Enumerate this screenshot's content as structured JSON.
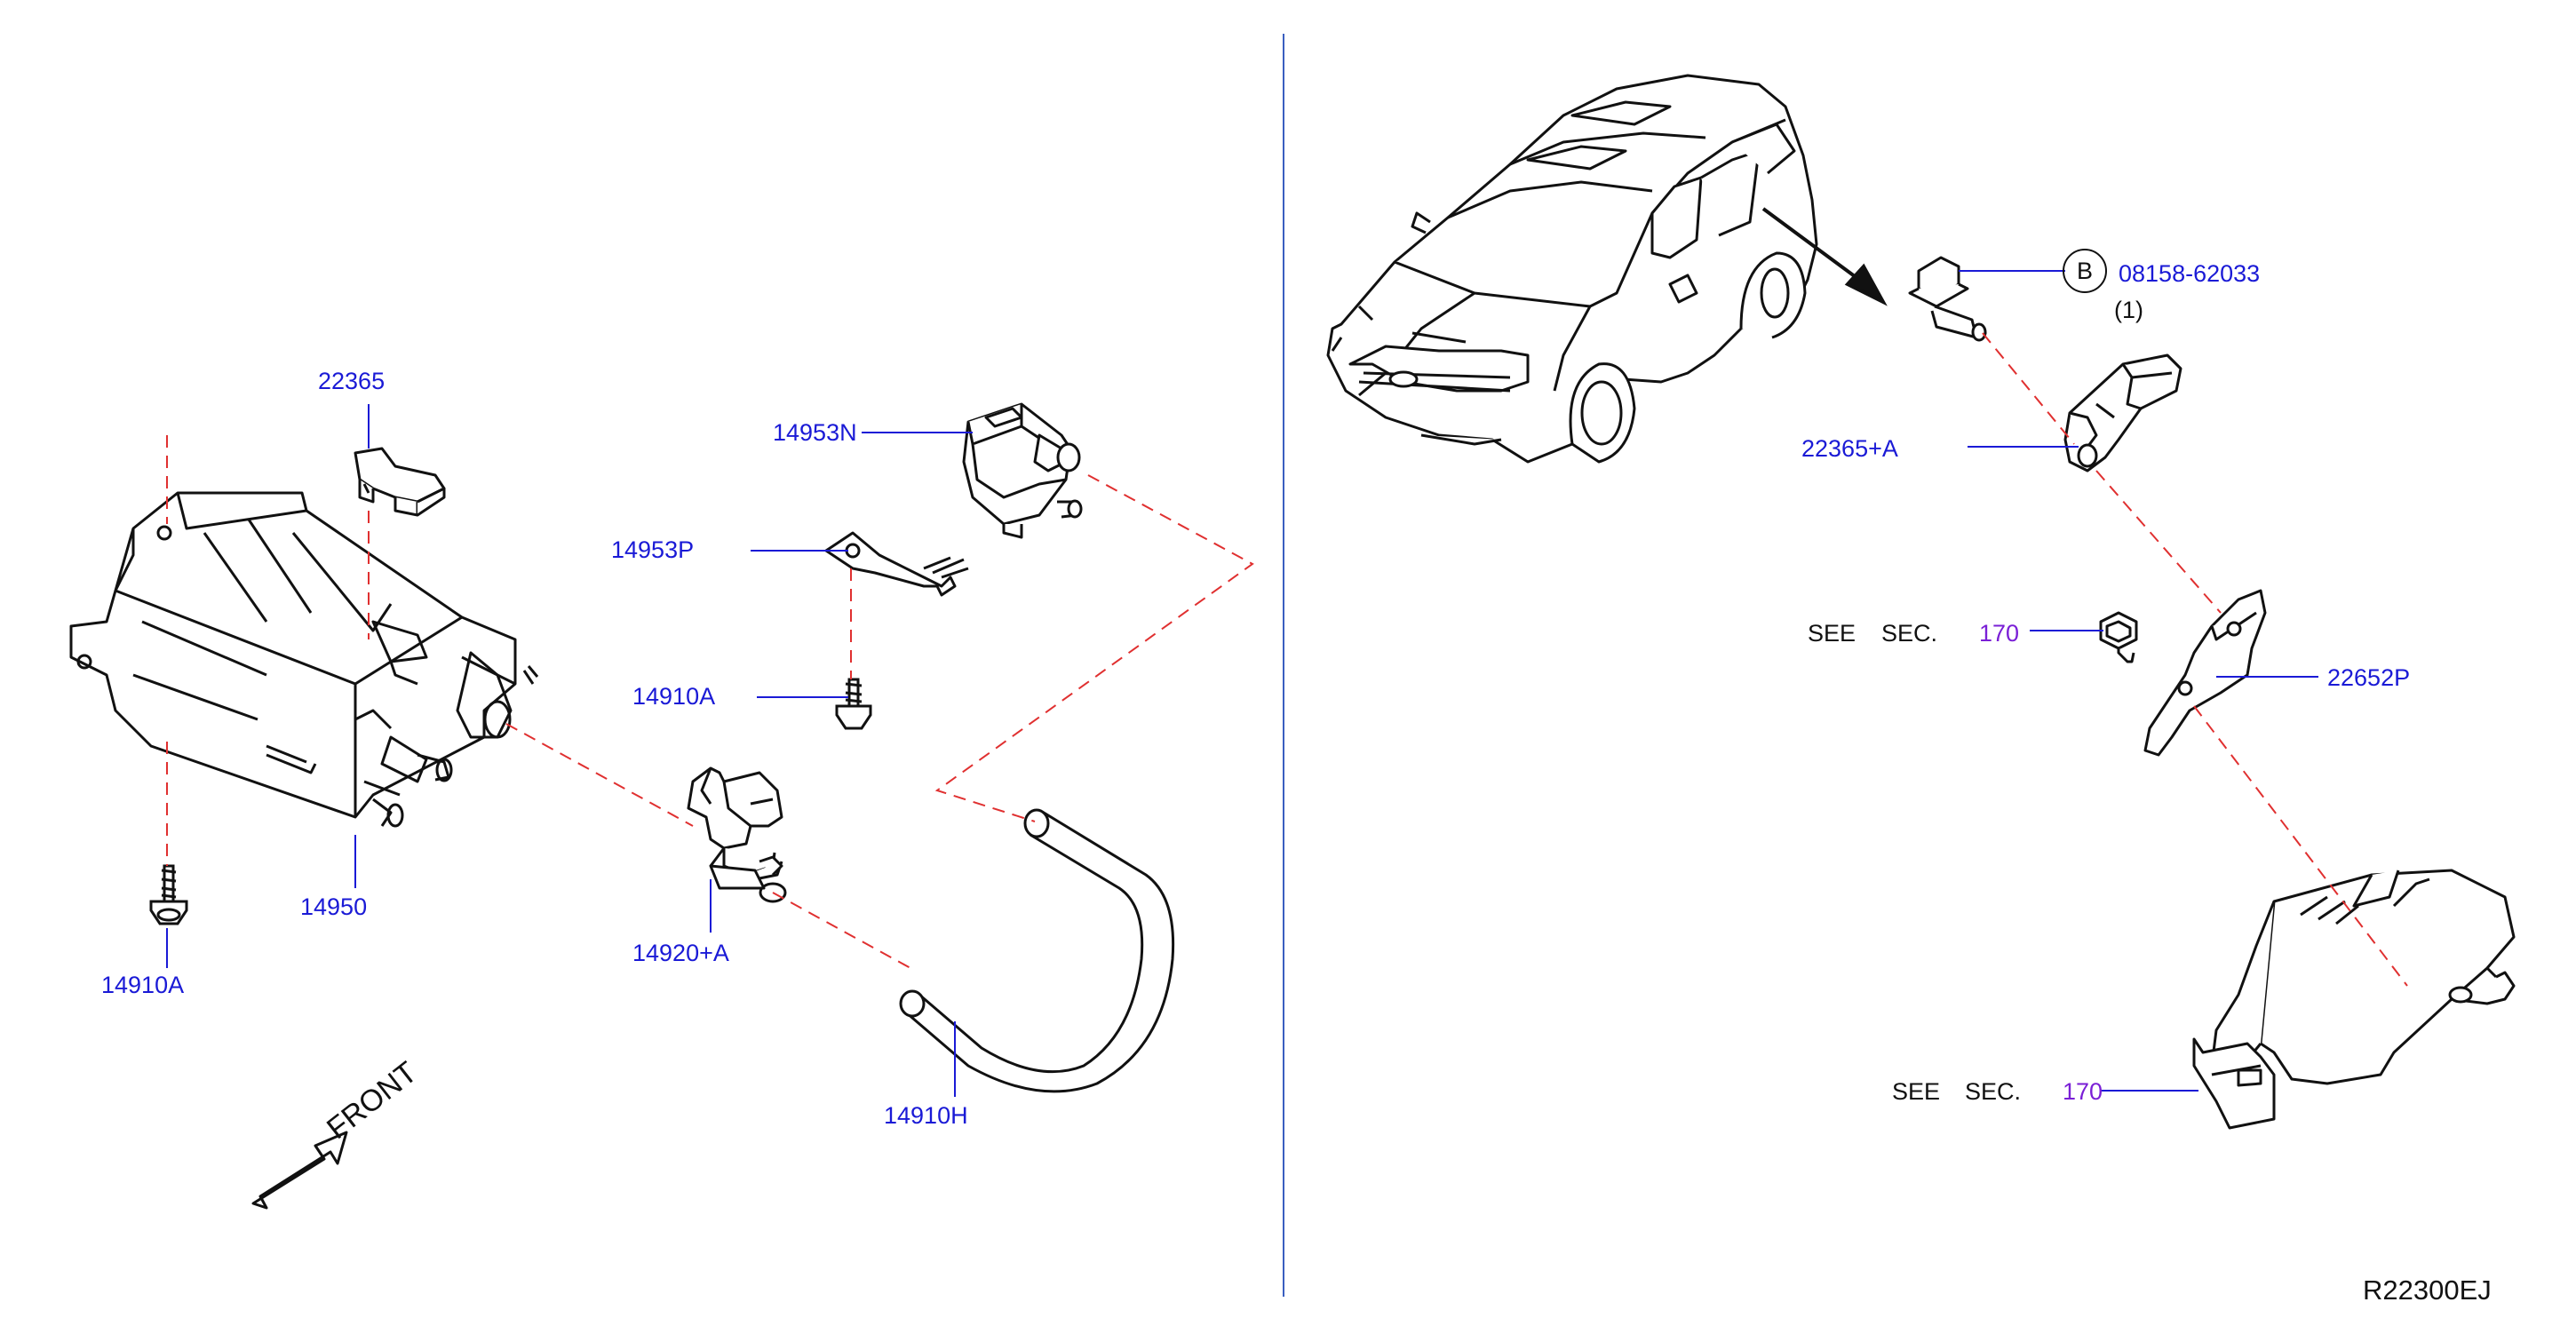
{
  "diagram": {
    "left_panel": {
      "parts": {
        "sensor_22365": "22365",
        "canister_14950": "14950",
        "bolt_14910A_left": "14910A",
        "valve_14953N": "14953N",
        "bracket_14953P": "14953P",
        "bolt_14910A_mid": "14910A",
        "valve_14920A": "14920+A",
        "hose_14910H": "14910H"
      },
      "front_label": "FRONT"
    },
    "right_panel": {
      "parts": {
        "bolt_callout_letter": "B",
        "bolt_08158": "08158-62033",
        "bolt_qty": "(1)",
        "sensor_22365A": "22365+A",
        "bracket_22652P": "22652P"
      },
      "see_sec_1": {
        "see": "SEE",
        "sec": "SEC.",
        "num": "170"
      },
      "see_sec_2": {
        "see": "SEE",
        "sec": "SEC.",
        "num": "170"
      }
    },
    "diagram_code": "R22300EJ",
    "colors": {
      "line": "#111111",
      "leader_blue": "#1a1ad6",
      "dash_red": "#e03030",
      "divider": "#3a5fc0",
      "section_purple": "#7a1fd6"
    }
  }
}
